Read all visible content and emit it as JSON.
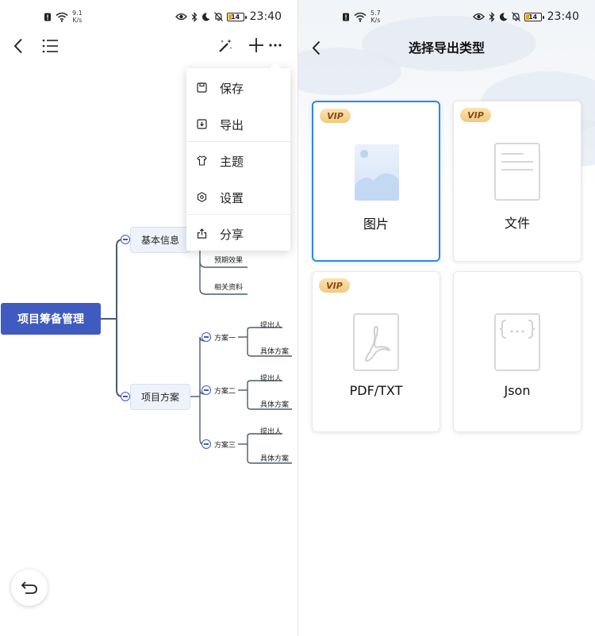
{
  "left_screen": {
    "status": {
      "net_speed": "9.1",
      "net_unit": "K/s",
      "battery": "14",
      "time": "23:40"
    },
    "toolbar": {
      "back_icon": "chevron-left-icon",
      "outline_icon": "list-icon",
      "style_icon": "magic-wand-icon",
      "add_icon": "plus-icon",
      "more_icon": "more-icon"
    },
    "mindmap": {
      "root": "项目筹备管理",
      "branches": [
        {
          "label": "基本信息",
          "children": [
            "预期效果",
            "相关资料"
          ]
        },
        {
          "label": "项目方案",
          "children": [
            {
              "label": "方案一",
              "children": [
                "提出人",
                "具体方案"
              ]
            },
            {
              "label": "方案二",
              "children": [
                "提出人",
                "具体方案"
              ]
            },
            {
              "label": "方案三",
              "children": [
                "提出人",
                "具体方案"
              ]
            }
          ]
        }
      ]
    },
    "menu": {
      "items": [
        {
          "label": "保存",
          "icon": "save-icon"
        },
        {
          "label": "导出",
          "icon": "export-icon"
        },
        {
          "label": "主题",
          "icon": "shirt-icon"
        },
        {
          "label": "设置",
          "icon": "settings-icon"
        },
        {
          "label": "分享",
          "icon": "share-icon"
        }
      ]
    },
    "undo_icon": "undo-icon"
  },
  "right_screen": {
    "status": {
      "net_speed": "5.7",
      "net_unit": "K/s",
      "battery": "14",
      "time": "23:40"
    },
    "title": "选择导出类型",
    "options": [
      {
        "label": "图片",
        "vip": "VIP",
        "selected": true,
        "icon": "image-icon"
      },
      {
        "label": "文件",
        "vip": "VIP",
        "selected": false,
        "icon": "document-icon"
      },
      {
        "label": "PDF/TXT",
        "vip": "VIP",
        "selected": false,
        "icon": "pdf-icon"
      },
      {
        "label": "Json",
        "vip": "",
        "selected": false,
        "icon": "json-icon"
      }
    ],
    "colors": {
      "accent": "#2f86e2",
      "vip_text": "#8a4b10",
      "root_node": "#3f5bbf"
    }
  }
}
